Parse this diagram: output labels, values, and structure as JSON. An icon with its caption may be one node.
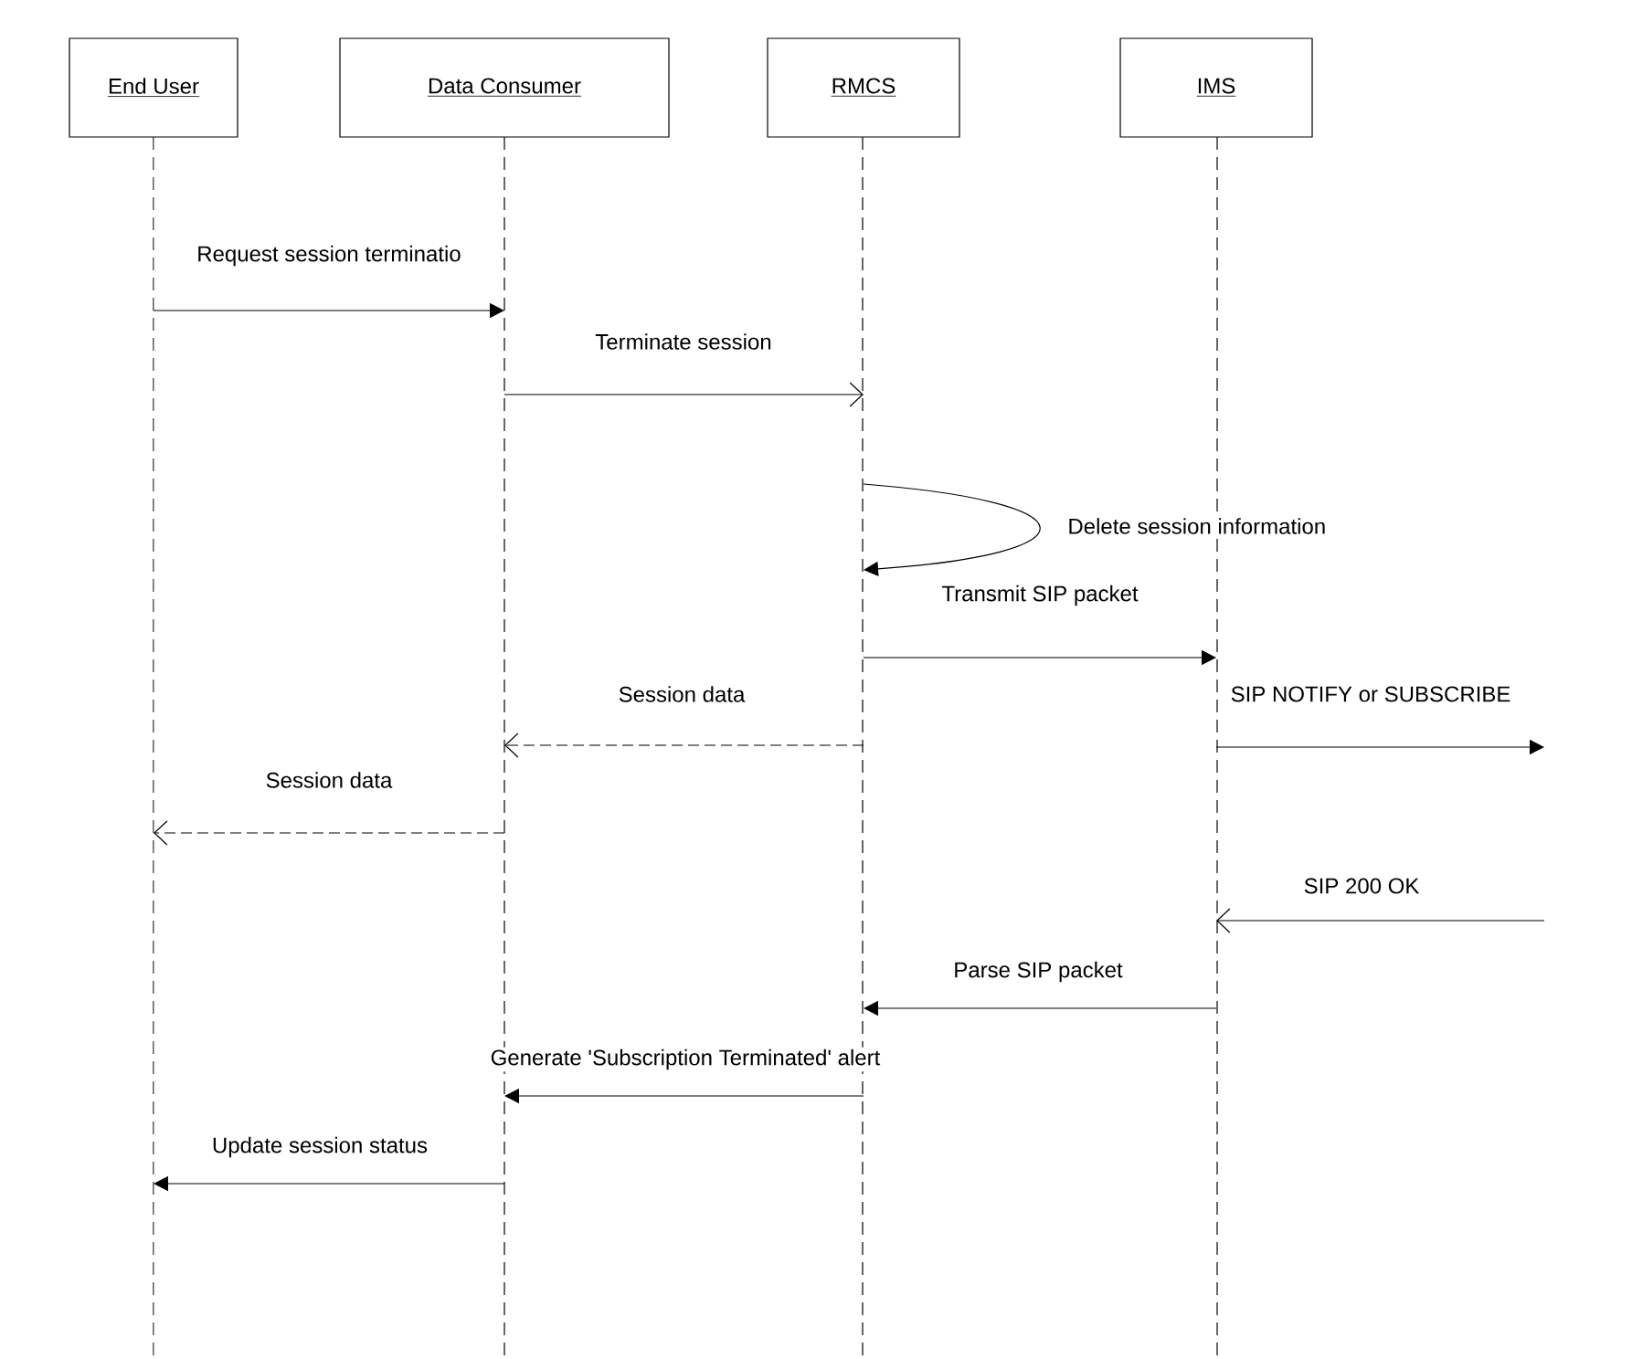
{
  "diagram": {
    "nodes": [
      {
        "text": [
          "End User"
        ]
      },
      {
        "text": [
          "Data Consumer"
        ]
      },
      {
        "text": [
          "RMCS"
        ]
      },
      {
        "text": [
          "IMS"
        ]
      }
    ],
    "edges": [
      {
        "from": 0,
        "to": 1,
        "arrow": "to",
        "label": "Request session terminatio"
      },
      {
        "from": 1,
        "to": 2,
        "arrow": "to",
        "label": "Terminate session"
      },
      {
        "from": 2,
        "to": 2,
        "arrow": "to",
        "label": "Delete session information"
      },
      {
        "from": 2,
        "to": 3,
        "arrow": "to",
        "label": "Transmit SIP packet"
      },
      {
        "from": 2,
        "to": 1,
        "arrow": "to",
        "label": "Session data",
        "style": "dashed"
      },
      {
        "from": 3,
        "to": null,
        "arrow": "to",
        "label": "SIP NOTIFY or SUBSCRIBE"
      },
      {
        "from": 1,
        "to": 0,
        "arrow": "to",
        "label": "Session data",
        "style": "dashed"
      },
      {
        "from": null,
        "to": 3,
        "arrow": "to",
        "label": "SIP 200 OK"
      },
      {
        "from": 3,
        "to": 2,
        "arrow": "to",
        "label": "Parse SIP packet"
      },
      {
        "from": 2,
        "to": 1,
        "arrow": "to",
        "label": "Generate 'Subscription Terminated' alert"
      },
      {
        "from": 1,
        "to": 0,
        "arrow": "to",
        "label": "Update session status"
      }
    ]
  }
}
